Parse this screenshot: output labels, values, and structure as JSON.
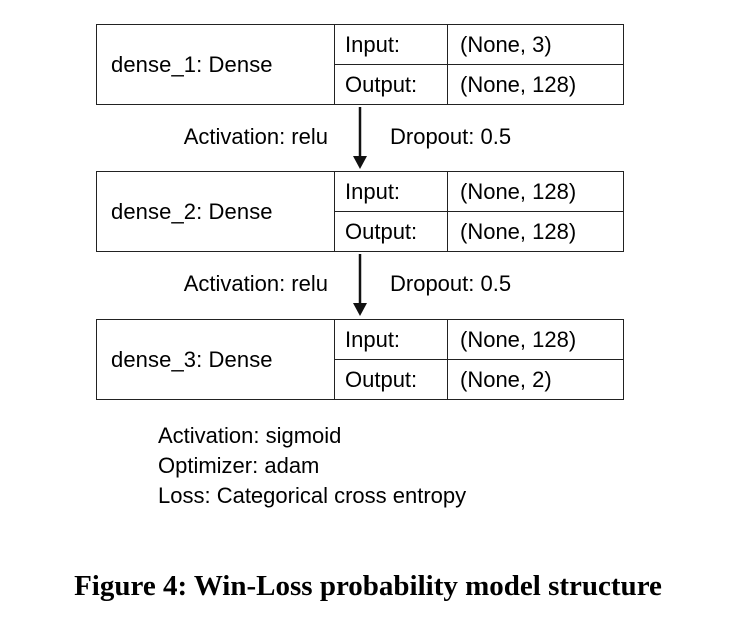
{
  "layers": [
    {
      "name": "dense_1: Dense",
      "input_label": "Input:",
      "input_value": "(None, 3)",
      "output_label": "Output:",
      "output_value": "(None, 128)"
    },
    {
      "name": "dense_2: Dense",
      "input_label": "Input:",
      "input_value": "(None, 128)",
      "output_label": "Output:",
      "output_value": "(None, 128)"
    },
    {
      "name": "dense_3: Dense",
      "input_label": "Input:",
      "input_value": "(None, 128)",
      "output_label": "Output:",
      "output_value": "(None, 2)"
    }
  ],
  "connectors": [
    {
      "activation": "Activation: relu",
      "dropout": "Dropout: 0.5"
    },
    {
      "activation": "Activation: relu",
      "dropout": "Dropout: 0.5"
    }
  ],
  "training": {
    "activation": "Activation: sigmoid",
    "optimizer": "Optimizer: adam",
    "loss": "Loss: Categorical cross entropy"
  },
  "caption": "Figure 4: Win-Loss probability model structure"
}
